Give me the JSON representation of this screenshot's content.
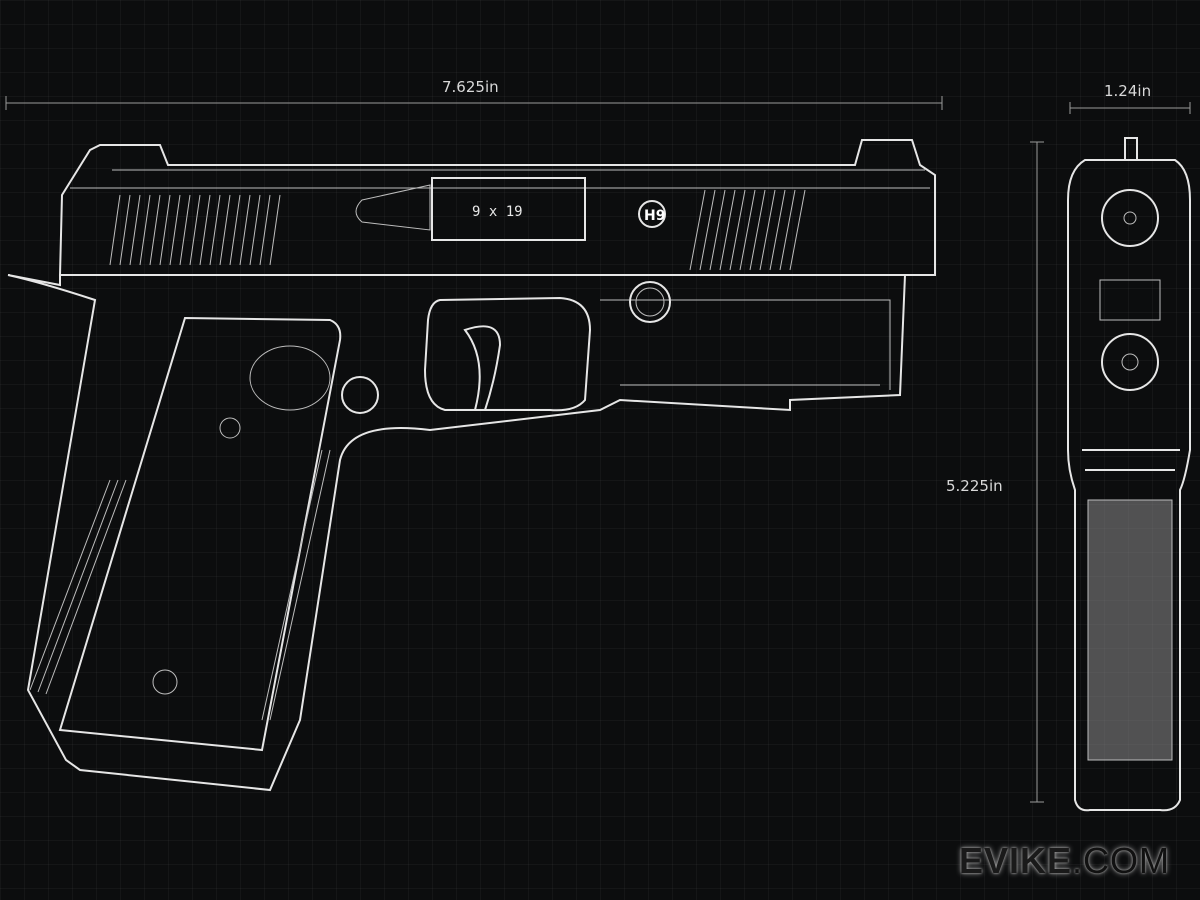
{
  "dimensions": {
    "length": "7.625in",
    "width": "1.24in",
    "height": "5.225in"
  },
  "slide_marking": {
    "caliber": "9 x 19",
    "logo": "H9"
  },
  "watermark": {
    "brand": "EVIKE",
    "suffix": ".COM"
  },
  "colors": {
    "background": "#0c0d0e",
    "line": "#e6e6e6"
  }
}
